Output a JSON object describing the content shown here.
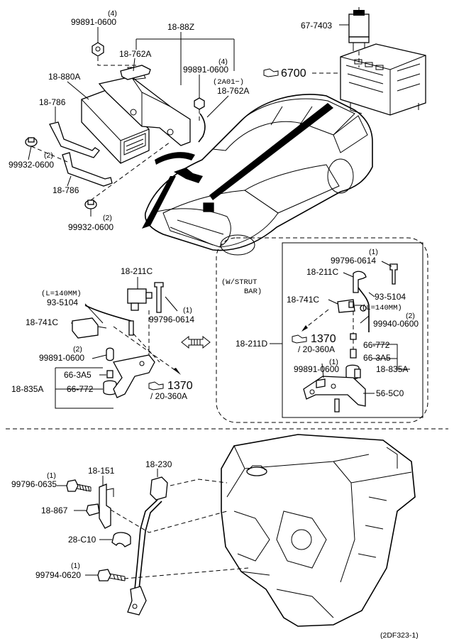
{
  "labels": {
    "n_99891_0600_a": "99891-0600",
    "n_qty_4a": "(4)",
    "n_18_88z": "18-88Z",
    "n_18_762a_a": "18-762A",
    "n_99891_0600_b": "99891-0600",
    "n_qty_4b": "(4)",
    "n_2a01": "(2A01−)",
    "n_18_762a_b": "18-762A",
    "n_18_880a": "18-880A",
    "n_18_786_a": "18-786",
    "n_99932_0600_a": "99932-0600",
    "n_qty_2a": "(2)",
    "n_18_786_b": "18-786",
    "n_99932_0600_b": "99932-0600",
    "n_qty_2b": "(2)",
    "n_67_7403": "67-7403",
    "n_6700": "6700",
    "n_18_211c_a": "18-211C",
    "n_l140_a": "(L=140MM)",
    "n_93_5104_a": "93-5104",
    "n_18_741c_a": "18-741C",
    "n_qty_1a": "(1)",
    "n_99796_0614_a": "99796-0614",
    "n_qty_2c": "(2)",
    "n_99891_0600_c": "99891-0600",
    "n_66_3a5_a": "66-3A5",
    "n_18_835a_a": "18-835A",
    "n_66_772_a": "66-772",
    "n_1370_a": "1370",
    "n_20_360a_a": "/ 20-360A",
    "n_w_strut": "(W/STRUT",
    "n_bar": "BAR)",
    "n_qty_1b": "(1)",
    "n_99796_0614_b": "99796-0614",
    "n_18_211c_b": "18-211C",
    "n_93_5104_b": "93-5104",
    "n_18_741c_b": "18-741C",
    "n_l140_b": "(L=140MM)",
    "n_qty_2d": "(2)",
    "n_99940_0600": "99940-0600",
    "n_18_211d": "18-211D",
    "n_1370_b": "1370",
    "n_20_360a_b": "/ 20-360A",
    "n_66_772_b": "66-772",
    "n_66_3a5_b": "66-3A5",
    "n_qty_1c": "(1)",
    "n_99891_0600_d": "99891-0600",
    "n_18_835a_b": "18-835A",
    "n_56_5c0": "56-5C0",
    "n_18_230": "18-230",
    "n_qty_1d": "(1)",
    "n_99796_0635": "99796-0635",
    "n_18_151": "18-151",
    "n_18_867": "18-867",
    "n_28_c10": "28-C10",
    "n_qty_1e": "(1)",
    "n_99794_0620": "99794-0620",
    "n_footer_code": "(2DF323-1)"
  }
}
